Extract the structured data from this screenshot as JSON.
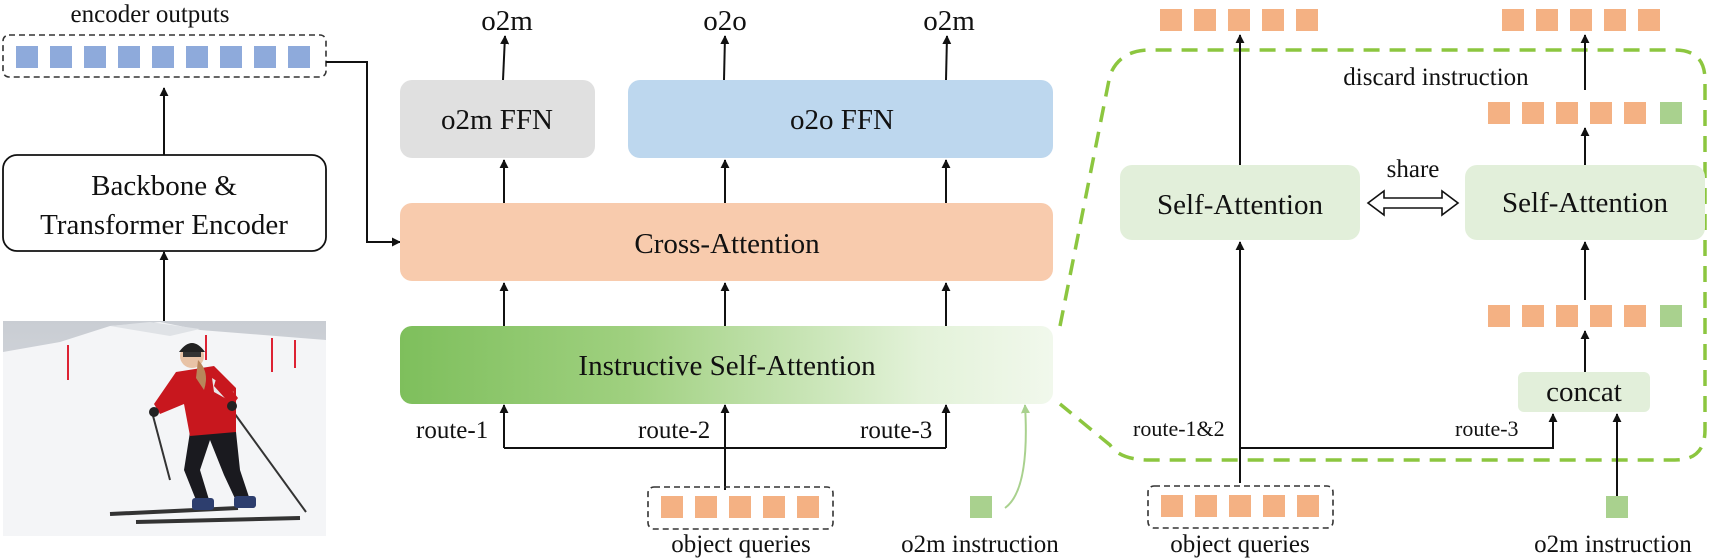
{
  "labels": {
    "encoder_outputs": "encoder outputs",
    "backbone_line1": "Backbone &",
    "backbone_line2": "Transformer Encoder",
    "o2m_top_left": "o2m",
    "o2o_top": "o2o",
    "o2m_top_right": "o2m",
    "o2m_ffn": "o2m FFN",
    "o2o_ffn": "o2o FFN",
    "cross_attention": "Cross-Attention",
    "instructive_self_attention": "Instructive Self-Attention",
    "route_1": "route-1",
    "route_2": "route-2",
    "route_3": "route-3",
    "object_queries_left": "object queries",
    "o2m_instruction_left": "o2m instruction",
    "discard_instruction": "discard instruction",
    "self_attention_left": "Self-Attention",
    "self_attention_right": "Self-Attention",
    "share": "share",
    "concat": "concat",
    "route_1_2": "route-1&2",
    "route_3_right": "route-3",
    "object_queries_right": "object queries",
    "o2m_instruction_right": "o2m instruction"
  },
  "colors": {
    "token_blue": "#8eaadb",
    "token_orange": "#f4b183",
    "token_green": "#a9d18e",
    "ffn_gray": "#e0e0e0",
    "ffn_blue": "#bdd7ee",
    "cross_attention": "#f8cbad",
    "self_attention_light": "#e2efda",
    "isa_gradient_start": "#7ebf5c",
    "isa_gradient_end": "#eef7e8",
    "dashed_green": "#8cc63f"
  },
  "icons": {
    "photo": "skier-photo",
    "share_arrow": "double-arrow-icon"
  }
}
